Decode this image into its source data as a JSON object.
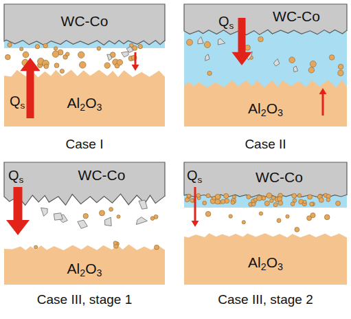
{
  "diagram": {
    "nodes": [
      {
        "text": [
          "WC-Co"
        ]
      },
      {
        "text": [
          "Al2O3"
        ]
      },
      {
        "text": [
          "WC-Co"
        ]
      },
      {
        "text": [
          "Al2O3"
        ]
      },
      {
        "text": [
          "WC-Co"
        ]
      },
      {
        "text": [
          "Al2O3"
        ]
      },
      {
        "text": [
          "WC-Co"
        ]
      },
      {
        "text": [
          "Al2O3"
        ]
      }
    ],
    "labels": [
      "Qs",
      "Case I",
      "Qs",
      "Case II",
      "Qs",
      "Case III, stage 1",
      "Qs",
      "Case III, stage 2"
    ]
  }
}
